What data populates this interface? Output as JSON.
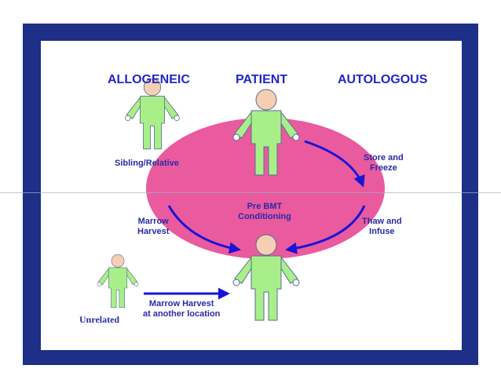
{
  "headings": {
    "allogeneic": "ALLOGENEIC",
    "patient": "PATIENT",
    "autologous": "AUTOLOGOUS"
  },
  "labels": {
    "sibling": "Sibling/Relative",
    "store_freeze": [
      "Store and",
      "Freeze"
    ],
    "pre_bmt": [
      "Pre BMT",
      "Conditioning"
    ],
    "marrow_harvest": [
      "Marrow",
      "Harvest"
    ],
    "thaw_infuse": [
      "Thaw and",
      "Infuse"
    ],
    "unrelated": "Unrelated",
    "marrow_harvest_other": [
      "Marrow Harvest",
      "at another location"
    ]
  },
  "colors": {
    "frame": "#1d2f86",
    "ellipse": "#ea5a9e",
    "figure_fill": "#a8ef8a",
    "head_fill": "#f5cfb3",
    "outline": "#5a6c8c",
    "arrow": "#1a14d6",
    "text": "#2a2aa8",
    "heading": "#2226c8"
  },
  "icons": [
    "person-figure-icon",
    "curved-arrow-icon",
    "straight-arrow-icon"
  ]
}
